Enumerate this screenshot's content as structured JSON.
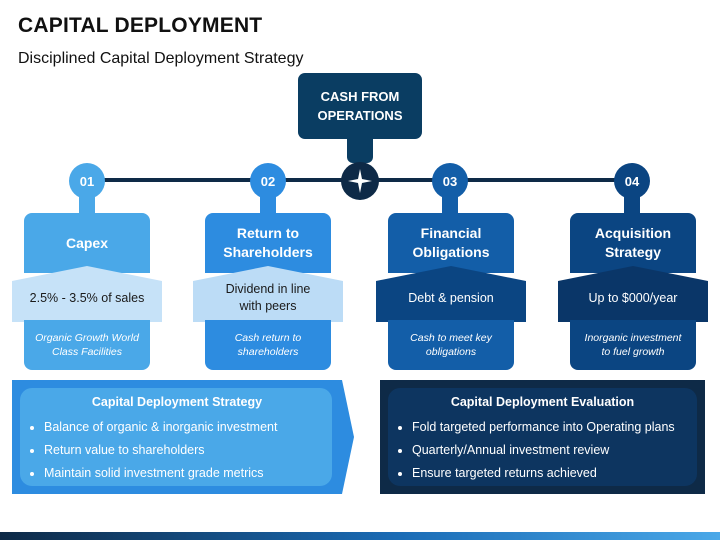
{
  "title": "CAPITAL DEPLOYMENT",
  "subtitle": "Disciplined Capital Deployment Strategy",
  "cash": {
    "label": "CASH FROM\nOPERATIONS",
    "hub_icon": "compass-star-icon"
  },
  "colors": {
    "dark_navy": "#0e2a47",
    "steps": [
      "#4aa8e8",
      "#2d8ce0",
      "#135ea8",
      "#0b4582"
    ],
    "step_bands": [
      "#c6e2f8",
      "#bcdcf6",
      "#0b4582",
      "#0a3668"
    ]
  },
  "steps": [
    {
      "num": "01",
      "title": "Capex",
      "detail": "2.5% - 3.5% of sales",
      "note": "Organic Growth World\nClass Facilities"
    },
    {
      "num": "02",
      "title": "Return to\nShareholders",
      "detail": "Dividend in line\nwith peers",
      "note": "Cash return to\nshareholders"
    },
    {
      "num": "03",
      "title": "Financial\nObligations",
      "detail": "Debt & pension",
      "note": "Cash to meet key\nobligations"
    },
    {
      "num": "04",
      "title": "Acquisition\nStrategy",
      "detail": "Up to $000/year",
      "note": "Inorganic investment\nto fuel growth"
    }
  ],
  "strategy_panel": {
    "title": "Capital Deployment Strategy",
    "items": [
      "Balance of organic & inorganic investment",
      "Return value to shareholders",
      "Maintain solid investment grade metrics"
    ]
  },
  "evaluation_panel": {
    "title": "Capital Deployment Evaluation",
    "items": [
      "Fold targeted performance into Operating plans",
      "Quarterly/Annual investment review",
      "Ensure targeted returns achieved"
    ]
  }
}
